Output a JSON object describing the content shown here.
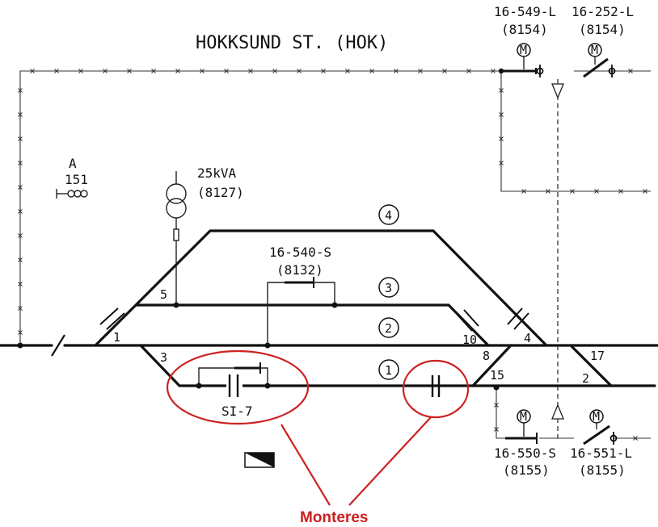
{
  "station_name": "HOKKSUND ST. (HOK)",
  "signal": {
    "letter": "A",
    "number": "151"
  },
  "transformer": {
    "rating": "25kVA",
    "code": "(8127)"
  },
  "switch_disconnectors": {
    "top_left": {
      "id": "16-549-L",
      "code": "(8154)"
    },
    "top_right": {
      "id": "16-252-L",
      "code": "(8154)"
    },
    "middle": {
      "id": "16-540-S",
      "code": "(8132)"
    },
    "bottom_left": {
      "id": "16-550-S",
      "code": "(8155)"
    },
    "bottom_right": {
      "id": "16-551-L",
      "code": "(8155)"
    }
  },
  "motor_symbol": "M",
  "tracks": [
    "4",
    "3",
    "2",
    "1"
  ],
  "switch_numbers": [
    "1",
    "3",
    "5",
    "10",
    "8",
    "4",
    "15",
    "17",
    "2"
  ],
  "section_insulator": "SI-7",
  "annotation": "Monteres",
  "colors": {
    "line": "#111111",
    "annotation": "#cc2222"
  }
}
